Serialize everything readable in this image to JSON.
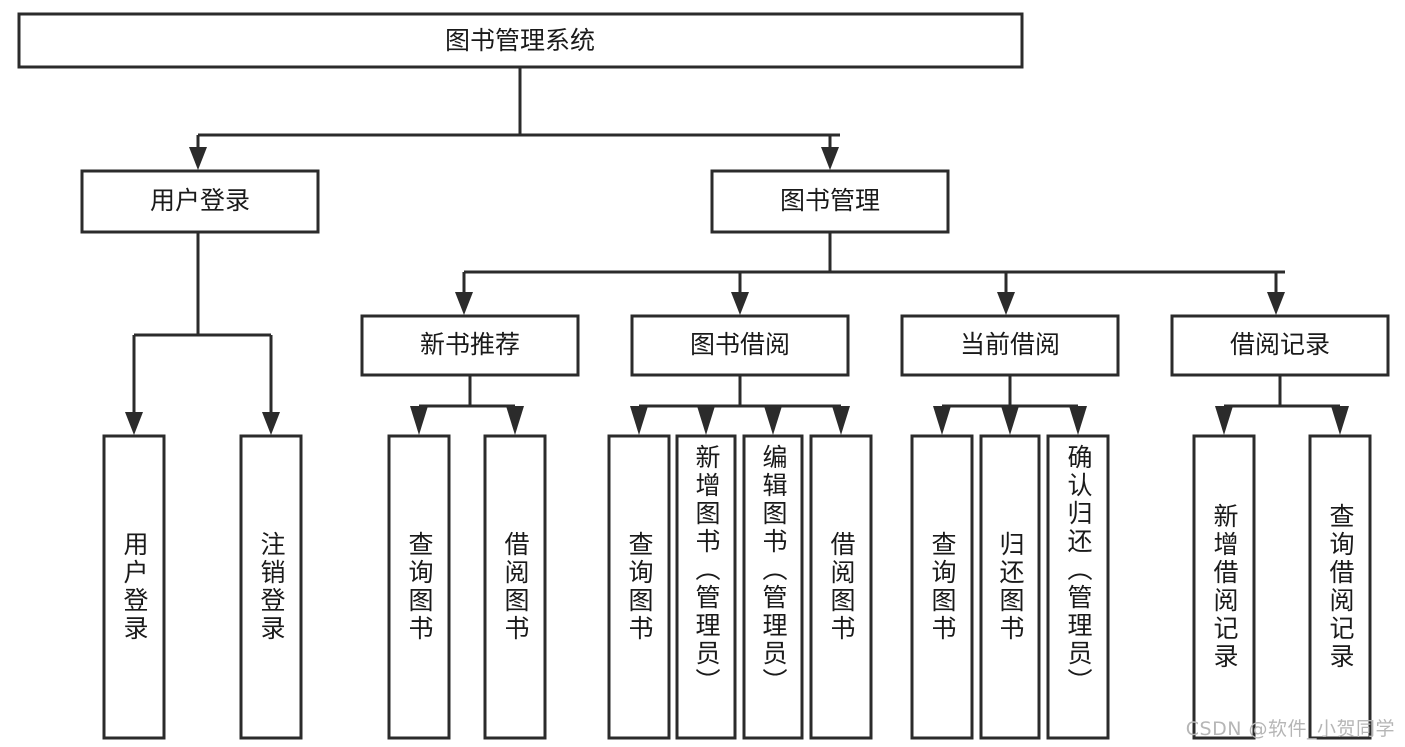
{
  "diagram": {
    "type": "tree-hierarchy-chart",
    "title": "图书管理系统",
    "orientation": "top-down",
    "colors": {
      "box_fill": "#ffffff",
      "box_stroke": "#2b2b2b",
      "text": "#1a1a1a",
      "background": "#ffffff",
      "watermark": "#b6b6b6"
    },
    "root": {
      "id": "root",
      "label": "图书管理系统",
      "orientation": "horizontal"
    },
    "level2": [
      {
        "id": "user-login",
        "label": "用户登录",
        "orientation": "horizontal"
      },
      {
        "id": "book-manage",
        "label": "图书管理",
        "orientation": "horizontal"
      }
    ],
    "level3": [
      {
        "id": "new-book-recommend",
        "label": "新书推荐",
        "orientation": "horizontal",
        "parent": "book-manage"
      },
      {
        "id": "book-borrow",
        "label": "图书借阅",
        "orientation": "horizontal",
        "parent": "book-manage"
      },
      {
        "id": "current-borrow",
        "label": "当前借阅",
        "orientation": "horizontal",
        "parent": "book-manage"
      },
      {
        "id": "borrow-record",
        "label": "借阅记录",
        "orientation": "horizontal",
        "parent": "book-manage"
      }
    ],
    "leaves": [
      {
        "id": "leaf-user-login",
        "label": "用户登录",
        "parent": "user-login",
        "orientation": "vertical"
      },
      {
        "id": "leaf-logout-login",
        "label": "注销登录",
        "parent": "user-login",
        "orientation": "vertical"
      },
      {
        "id": "leaf-query-book-1",
        "label": "查询图书",
        "parent": "new-book-recommend",
        "orientation": "vertical"
      },
      {
        "id": "leaf-borrow-book-1",
        "label": "借阅图书",
        "parent": "new-book-recommend",
        "orientation": "vertical"
      },
      {
        "id": "leaf-query-book-2",
        "label": "查询图书",
        "parent": "book-borrow",
        "orientation": "vertical"
      },
      {
        "id": "leaf-add-book",
        "label": "新增图书（管理员）",
        "parent": "book-borrow",
        "orientation": "vertical"
      },
      {
        "id": "leaf-edit-book",
        "label": "编辑图书（管理员）",
        "parent": "book-borrow",
        "orientation": "vertical"
      },
      {
        "id": "leaf-borrow-book-2",
        "label": "借阅图书",
        "parent": "book-borrow",
        "orientation": "vertical"
      },
      {
        "id": "leaf-query-book-3",
        "label": "查询图书",
        "parent": "current-borrow",
        "orientation": "vertical"
      },
      {
        "id": "leaf-return-book",
        "label": "归还图书",
        "parent": "current-borrow",
        "orientation": "vertical"
      },
      {
        "id": "leaf-confirm-return",
        "label": "确认归还（管理员）",
        "parent": "current-borrow",
        "orientation": "vertical"
      },
      {
        "id": "leaf-add-record",
        "label": "新增借阅记录",
        "parent": "borrow-record",
        "orientation": "vertical"
      },
      {
        "id": "leaf-query-record",
        "label": "查询借阅记录",
        "parent": "borrow-record",
        "orientation": "vertical"
      }
    ]
  },
  "watermark": {
    "text": "CSDN @软件_小贺同学"
  }
}
